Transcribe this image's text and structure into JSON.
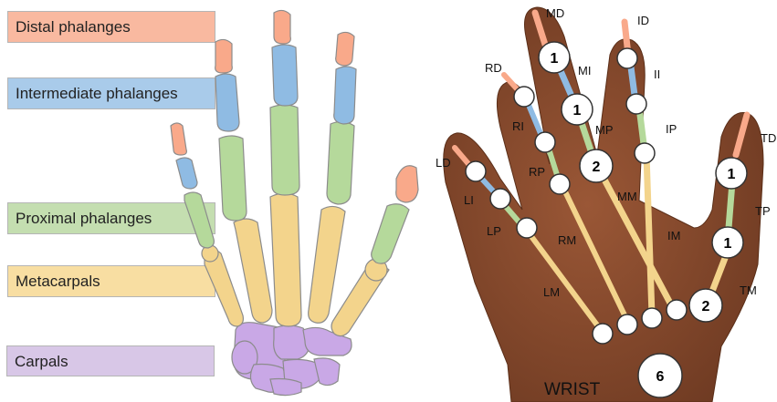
{
  "legend": {
    "distal": "Distal phalanges",
    "intermediate": "Intermediate phalanges",
    "proximal": "Proximal phalanges",
    "metacarpals": "Metacarpals",
    "carpals": "Carpals"
  },
  "colors": {
    "distal": "#f9a98a",
    "intermediate": "#8fbbe3",
    "proximal": "#b5d99b",
    "metacarpals": "#f3d48c",
    "carpals": "#c9a8e6",
    "skin": "#8a4a2c"
  },
  "joints": {
    "MD": "MD",
    "ID": "ID",
    "RD": "RD",
    "MI": "MI",
    "II": "II",
    "RI": "RI",
    "MP": "MP",
    "IP": "IP",
    "RP": "RP",
    "LD": "LD",
    "LI": "LI",
    "LP": "LP",
    "MM": "MM",
    "RM": "RM",
    "IM": "IM",
    "LM": "LM",
    "TD": "TD",
    "TP": "TP",
    "TM": "TM"
  },
  "counts": {
    "middle_intermediate": "1",
    "middle_proximal": "1",
    "middle_metacarpal": "2",
    "thumb_distal": "1",
    "thumb_proximal": "1",
    "thumb_metacarpal": "2",
    "wrist": "6"
  },
  "wrist_label": "WRIST"
}
